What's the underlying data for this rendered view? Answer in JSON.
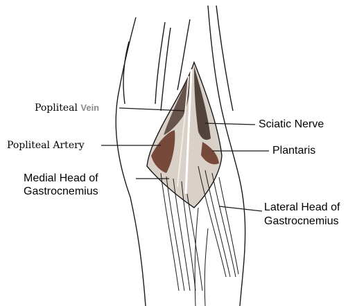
{
  "labels": {
    "popliteal_vein_prefix": "Popliteal",
    "popliteal_vein_suffix": "Vein",
    "popliteal_artery": "Popliteal Artery",
    "medial_head_line1": "Medial Head of",
    "medial_head_line2": "Gastrocnemius",
    "sciatic_nerve": "Sciatic Nerve",
    "plantaris": "Plantaris",
    "lateral_head_line1": "Lateral Head of",
    "lateral_head_line2": "Gastrocnemius"
  },
  "colors": {
    "ink": "#1a1a1a",
    "muscle_dark": "#3a2a24",
    "muscle_brown": "#6b3a2a",
    "background": "#ffffff",
    "muted_text": "#8a8a8a"
  }
}
